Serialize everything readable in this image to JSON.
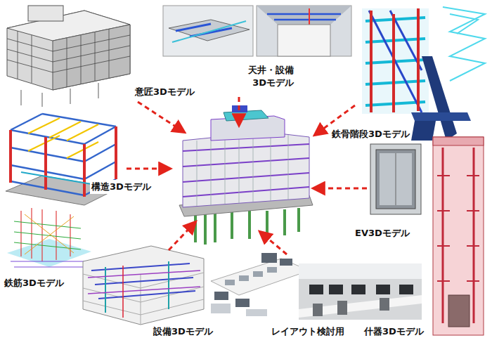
{
  "diagram": {
    "labels": [
      "意匠3Dモデル",
      "天井・設備 3Dモデル",
      "鉄骨階段3Dモデル",
      "構造3Dモデル",
      "EV3Dモデル",
      "鉄筋3Dモデル",
      "設備3Dモデル",
      "レイアウト検討用",
      "什器3Dモデル"
    ]
  }
}
